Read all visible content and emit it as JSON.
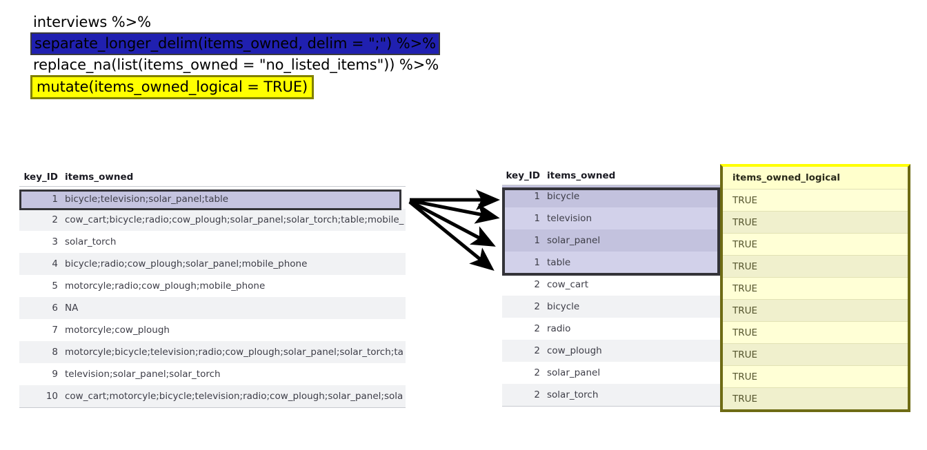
{
  "code": {
    "lines": [
      {
        "text": "interviews %>%",
        "highlight": "none",
        "indent": false
      },
      {
        "text": "separate_longer_delim(items_owned, delim = \";\") %>%",
        "highlight": "blue",
        "indent": true
      },
      {
        "text": "replace_na(list(items_owned = \"no_listed_items\")) %>%",
        "highlight": "plain",
        "indent": true
      },
      {
        "text": "mutate(items_owned_logical = TRUE)",
        "highlight": "yellow",
        "indent": true
      }
    ]
  },
  "colors": {
    "blue_highlight": "#2020b0",
    "yellow_highlight": "#ffff00",
    "yellow_border": "#808000",
    "lavender_selection": "#c5c4e0",
    "selection_border": "#333338",
    "logical_column_bg": "#ffffcc",
    "logical_column_border": "#6e6b14",
    "row_stripe": "#f1f2f4"
  },
  "left_table": {
    "headers": [
      "key_ID",
      "items_owned"
    ],
    "rows": [
      {
        "key_ID": "1",
        "items_owned": "bicycle;television;solar_panel;table",
        "selected": true
      },
      {
        "key_ID": "2",
        "items_owned": "cow_cart;bicycle;radio;cow_plough;solar_panel;solar_torch;table;mobile_",
        "selected": false
      },
      {
        "key_ID": "3",
        "items_owned": "solar_torch",
        "selected": false
      },
      {
        "key_ID": "4",
        "items_owned": "bicycle;radio;cow_plough;solar_panel;mobile_phone",
        "selected": false
      },
      {
        "key_ID": "5",
        "items_owned": "motorcyle;radio;cow_plough;mobile_phone",
        "selected": false
      },
      {
        "key_ID": "6",
        "items_owned": "NA",
        "selected": false
      },
      {
        "key_ID": "7",
        "items_owned": "motorcyle;cow_plough",
        "selected": false
      },
      {
        "key_ID": "8",
        "items_owned": "motorcyle;bicycle;television;radio;cow_plough;solar_panel;solar_torch;ta",
        "selected": false
      },
      {
        "key_ID": "9",
        "items_owned": "television;solar_panel;solar_torch",
        "selected": false
      },
      {
        "key_ID": "10",
        "items_owned": "cow_cart;motorcyle;bicycle;television;radio;cow_plough;solar_panel;sola",
        "selected": false
      }
    ]
  },
  "right_table": {
    "headers": [
      "key_ID",
      "items_owned"
    ],
    "logical_header": "items_owned_logical",
    "rows": [
      {
        "key_ID": "1",
        "items_owned": "bicycle",
        "items_owned_logical": "TRUE",
        "selected": true
      },
      {
        "key_ID": "1",
        "items_owned": "television",
        "items_owned_logical": "TRUE",
        "selected": true
      },
      {
        "key_ID": "1",
        "items_owned": "solar_panel",
        "items_owned_logical": "TRUE",
        "selected": true
      },
      {
        "key_ID": "1",
        "items_owned": "table",
        "items_owned_logical": "TRUE",
        "selected": true
      },
      {
        "key_ID": "2",
        "items_owned": "cow_cart",
        "items_owned_logical": "TRUE",
        "selected": false
      },
      {
        "key_ID": "2",
        "items_owned": "bicycle",
        "items_owned_logical": "TRUE",
        "selected": false
      },
      {
        "key_ID": "2",
        "items_owned": "radio",
        "items_owned_logical": "TRUE",
        "selected": false
      },
      {
        "key_ID": "2",
        "items_owned": "cow_plough",
        "items_owned_logical": "TRUE",
        "selected": false
      },
      {
        "key_ID": "2",
        "items_owned": "solar_panel",
        "items_owned_logical": "TRUE",
        "selected": false
      },
      {
        "key_ID": "2",
        "items_owned": "solar_torch",
        "items_owned_logical": "TRUE",
        "selected": false
      }
    ]
  },
  "arrows": {
    "count": 4,
    "description": "four arrows fanning from left table selected row to right table rows 1-4"
  }
}
